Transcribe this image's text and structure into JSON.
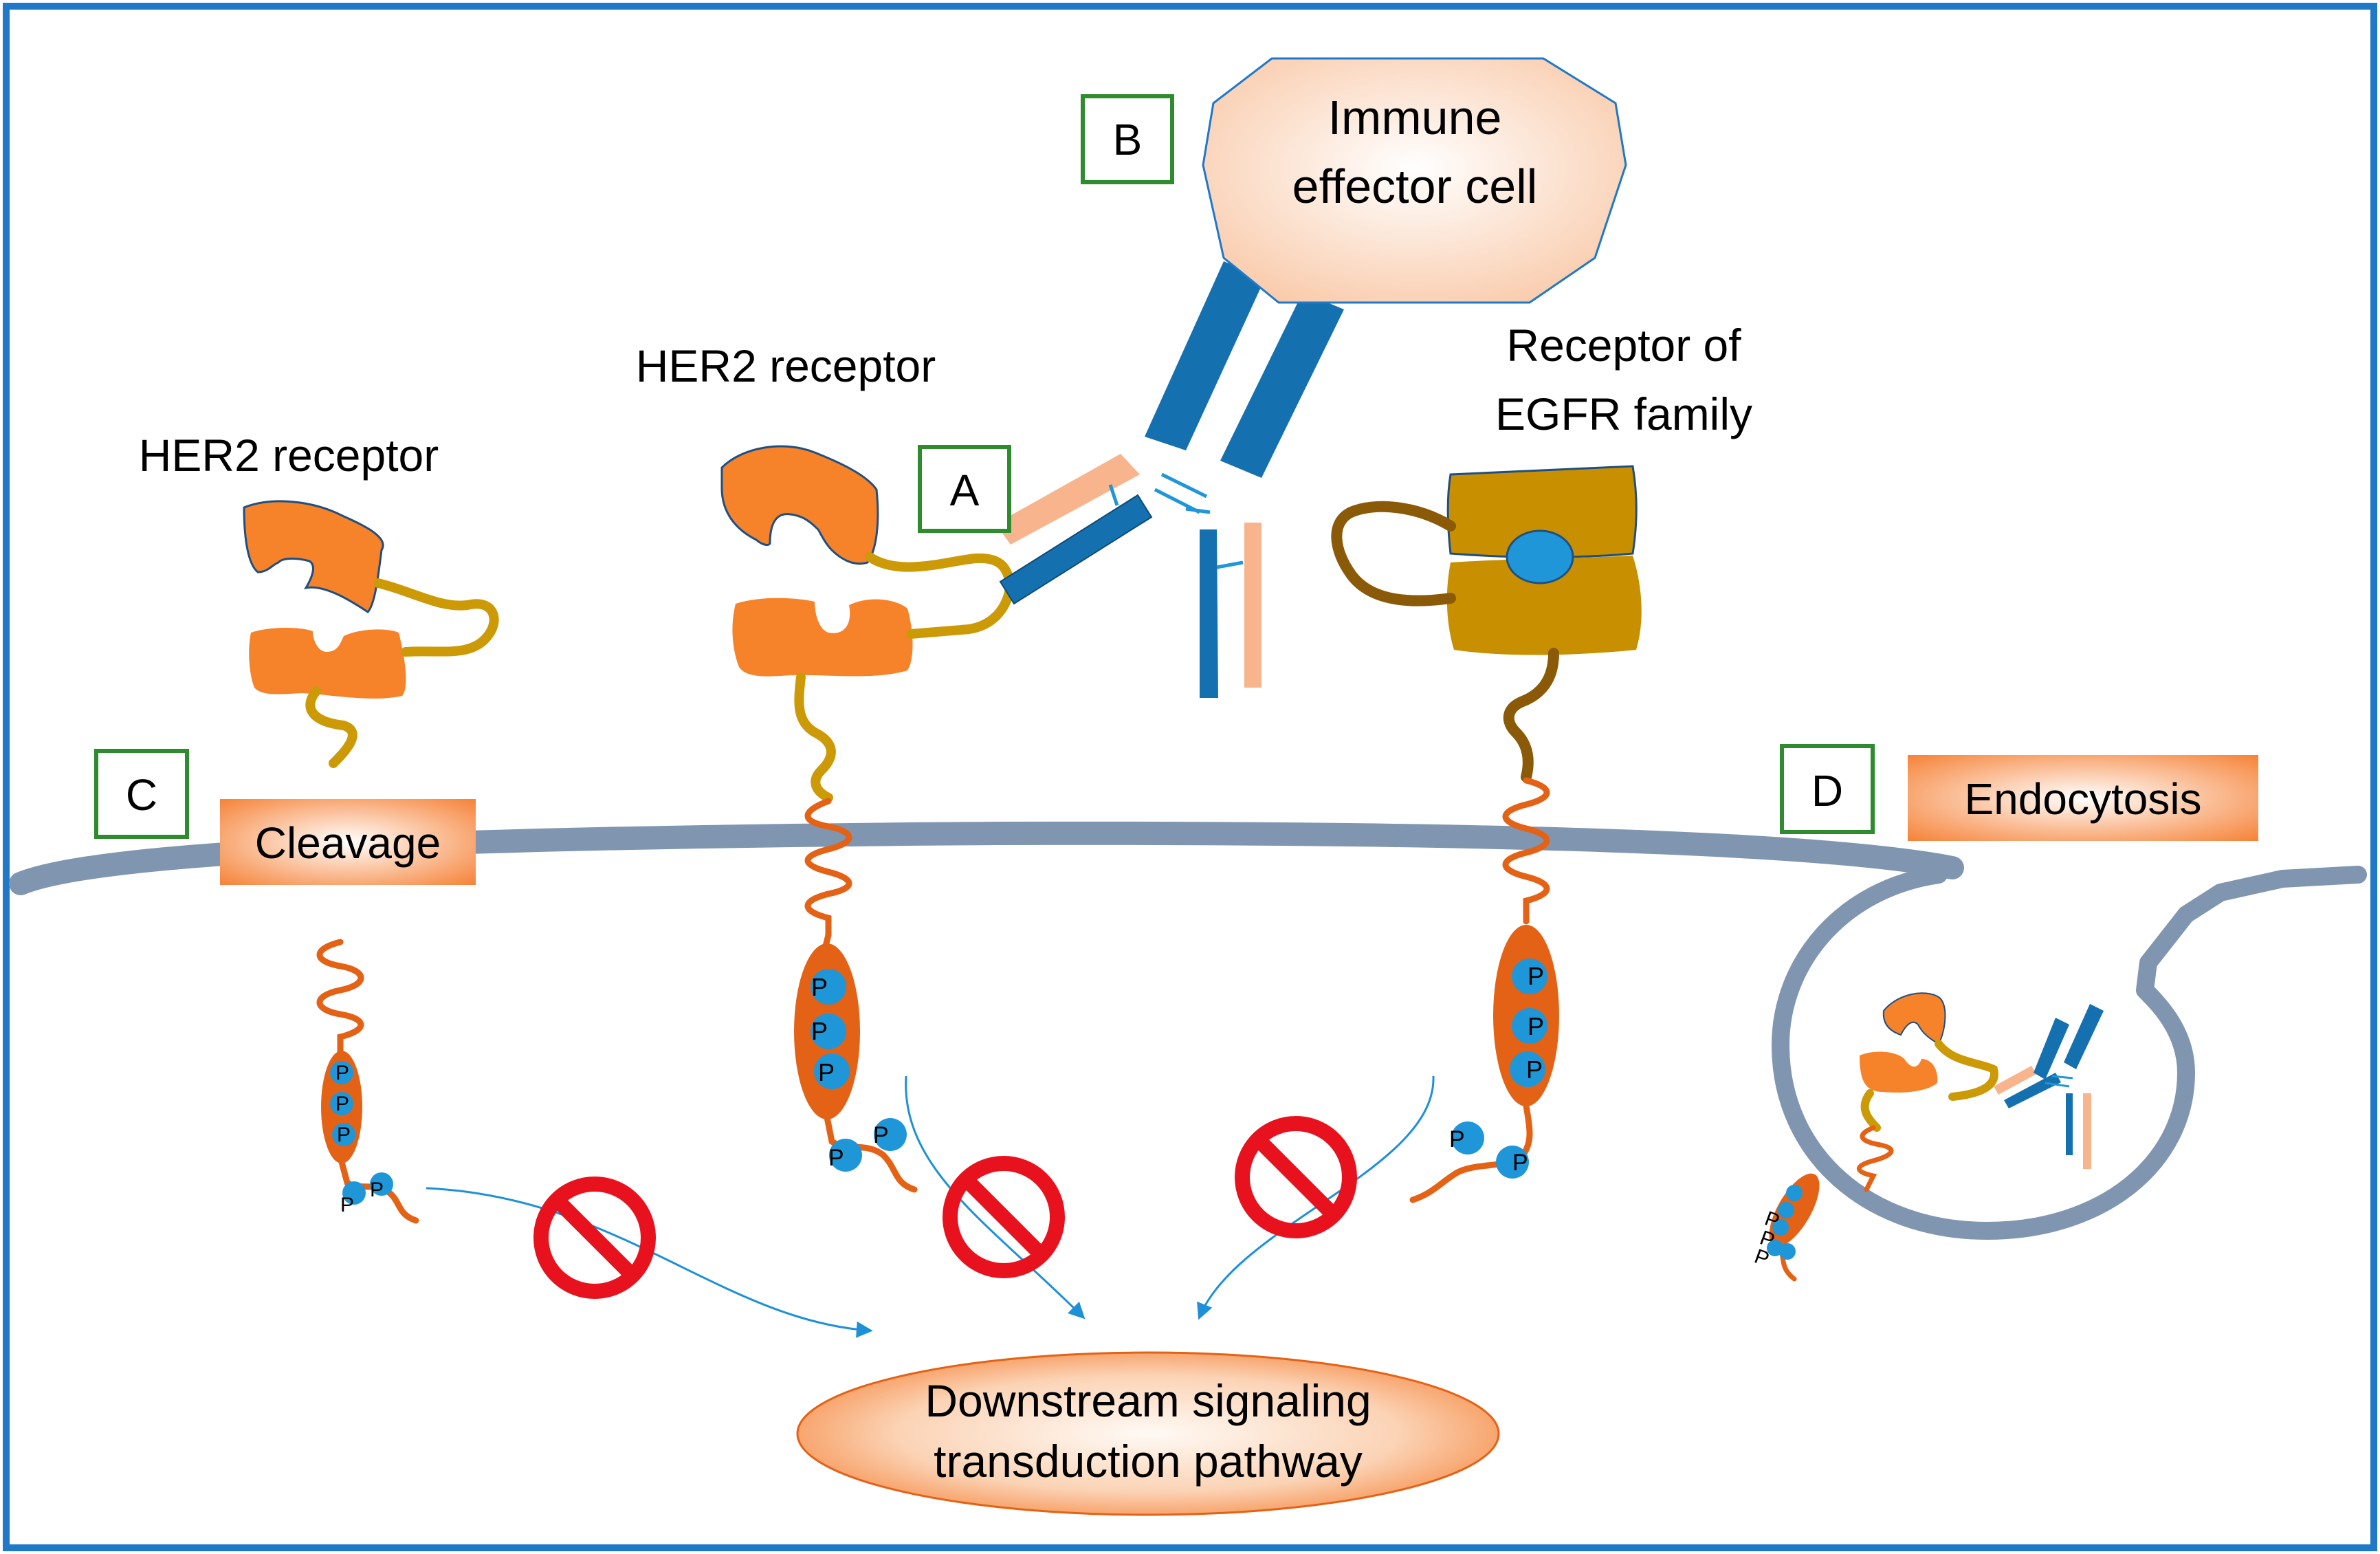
{
  "labels": {
    "her2_left": "HER2 receptor",
    "her2_center": "HER2 receptor",
    "egfr_line1": "Receptor of",
    "egfr_line2": "EGFR family",
    "immune_line1": "Immune",
    "immune_line2": "effector cell",
    "cleavage": "Cleavage",
    "endocytosis": "Endocytosis",
    "downstream_line1": "Downstream signaling",
    "downstream_line2": "transduction pathway",
    "phospho": "P"
  },
  "markers": {
    "a": "A",
    "b": "B",
    "c": "C",
    "d": "D"
  },
  "colors": {
    "frame": "#1f78c8",
    "membrane": "#8096b0",
    "her2_orange": "#f6822a",
    "linker_gold": "#cc9a06",
    "egfr_gold": "#c89000",
    "egfr_linker": "#8b5a08",
    "tm_helix": "#e46215",
    "phospho_blue": "#1e96d8",
    "antibody_blue": "#1570b0",
    "antibody_light": "#f8b48c",
    "marker_border": "#2e8b2e",
    "inhibit_red": "#e8121e",
    "arrow_blue": "#1e90d8"
  }
}
